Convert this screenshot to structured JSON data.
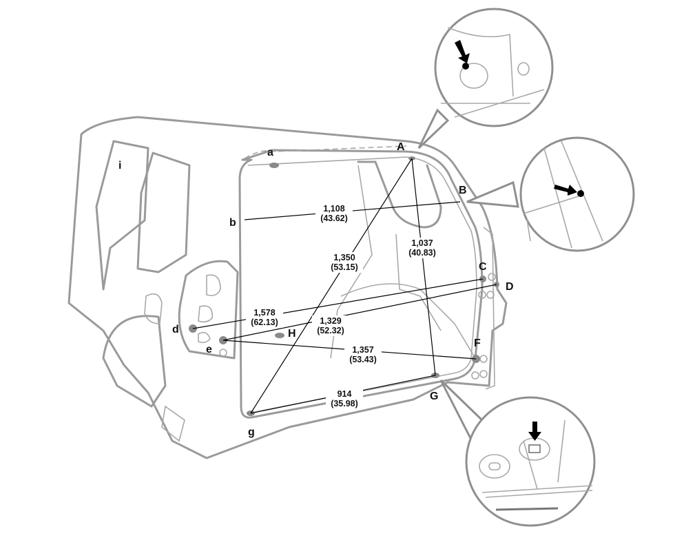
{
  "points": {
    "A": "A",
    "B": "B",
    "C": "C",
    "D": "D",
    "F": "F",
    "G": "G",
    "H": "H",
    "a": "a",
    "b": "b",
    "d": "d",
    "e": "e",
    "g": "g",
    "i": "i"
  },
  "measurements": [
    {
      "from": "b",
      "to": "B",
      "mm": "1,108",
      "in": "(43.62)"
    },
    {
      "from": "g",
      "to": "A",
      "mm": "1,350",
      "in": "(53.15)"
    },
    {
      "from": "A",
      "to": "G",
      "mm": "1,037",
      "in": "(40.83)"
    },
    {
      "from": "d",
      "to": "C",
      "mm": "1,578",
      "in": "(62.13)"
    },
    {
      "from": "e",
      "to": "D",
      "mm": "1,329",
      "in": "(52.32)"
    },
    {
      "from": "e",
      "to": "F",
      "mm": "1,357",
      "in": "(53.43)"
    },
    {
      "from": "g",
      "to": "G",
      "mm": "914",
      "in": "(35.98)"
    }
  ],
  "callouts": [
    {
      "point": "A",
      "icon": "arrow-down-right-icon"
    },
    {
      "point": "B",
      "icon": "arrow-right-icon"
    },
    {
      "point": "G",
      "icon": "arrow-down-icon"
    }
  ],
  "colors": {
    "outline": "#9a9a9a",
    "measure_line": "#000000",
    "point": "#8a8a8a"
  }
}
